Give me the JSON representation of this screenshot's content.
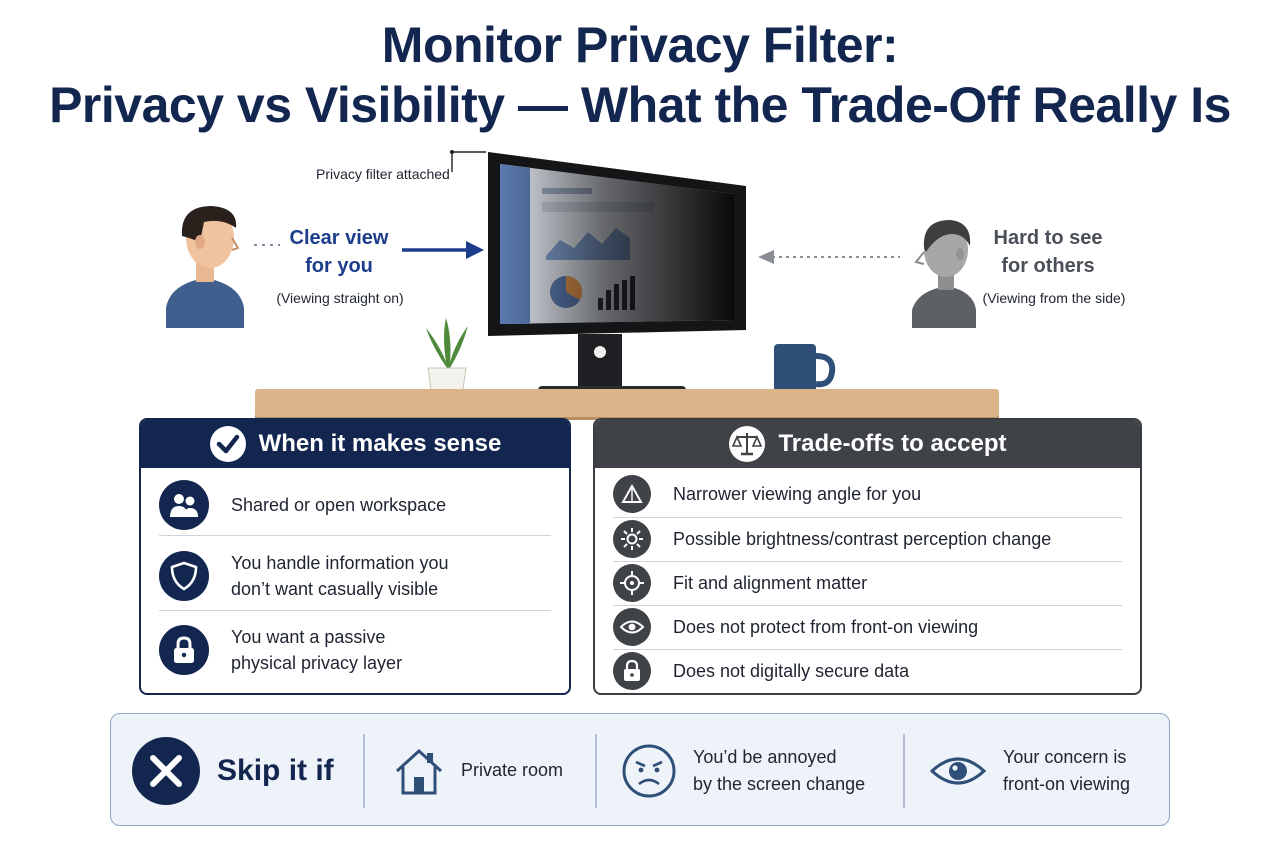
{
  "title": {
    "line1": "Monitor Privacy Filter:",
    "line2": "Privacy vs Visibility — What the Trade-Off Really Is"
  },
  "scene": {
    "filter_label": "Privacy filter attached",
    "left_viewer": {
      "line1": "Clear view",
      "line2": "for you",
      "note": "(Viewing straight on)"
    },
    "right_viewer": {
      "line1": "Hard to see",
      "line2": "for others",
      "note": "(Viewing from the side)"
    }
  },
  "makes_sense": {
    "heading": "When it makes sense",
    "items": [
      {
        "icon": "people-icon",
        "line1": "Shared or open workspace",
        "line2": ""
      },
      {
        "icon": "shield-icon",
        "line1": "You handle information you",
        "line2": "don’t want casually visible"
      },
      {
        "icon": "lock-icon",
        "line1": "You want a passive",
        "line2": "physical privacy layer"
      }
    ]
  },
  "tradeoffs": {
    "heading": "Trade-offs to accept",
    "items": [
      {
        "icon": "viewing-angle-icon",
        "label": "Narrower viewing angle for you"
      },
      {
        "icon": "brightness-icon",
        "label": "Possible brightness/contrast perception change"
      },
      {
        "icon": "target-icon",
        "label": "Fit and alignment matter"
      },
      {
        "icon": "eye-icon",
        "label": "Does not protect from front-on viewing"
      },
      {
        "icon": "lock-icon",
        "label": "Does not digitally secure data"
      }
    ]
  },
  "skip": {
    "heading": "Skip it if",
    "items": [
      {
        "icon": "house-icon",
        "line1": "Private room",
        "line2": ""
      },
      {
        "icon": "annoyed-face-icon",
        "line1": "You’d be annoyed",
        "line2": "by the screen change"
      },
      {
        "icon": "eye-icon",
        "line1": "Your concern is",
        "line2": "front-on viewing"
      }
    ]
  },
  "colors": {
    "navy": "#12264f",
    "dark_gray": "#3f4246",
    "desk": "#dcb48a",
    "accent_blue": "#1c3d8c"
  }
}
